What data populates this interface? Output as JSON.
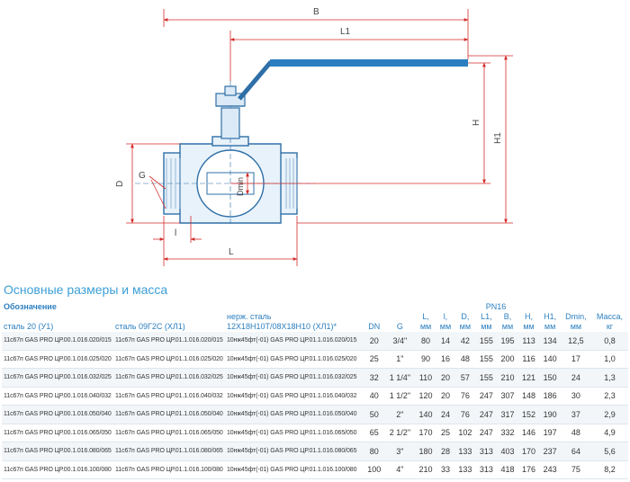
{
  "drawing": {
    "labels": {
      "B": "B",
      "L1": "L1",
      "H": "H",
      "H1": "H1",
      "D": "D",
      "G": "G",
      "Dmin": "Dmin",
      "l": "l",
      "L": "L"
    },
    "colors": {
      "body": "#2f6fa8",
      "body_fill": "#e8f2fa",
      "handle": "#2b7fc0",
      "dimension": "#d42a2a",
      "table_header": "#2b7fc0"
    }
  },
  "section_title": "Основные размеры и масса",
  "table": {
    "header": {
      "designation": "Обозначение",
      "pn": "PN16",
      "col_steel20": "сталь 20 (У1)",
      "col_steel09": "сталь 09Г2С (ХЛ1)",
      "col_stainless_1": "нерж. сталь",
      "col_stainless_2": "12Х18Н10Т/08Х18Н10 (ХЛ1)*",
      "dn": "DN",
      "g": "G",
      "L": "L,",
      "l": "l,",
      "D": "D,",
      "L1": "L1,",
      "B": "B,",
      "H": "H,",
      "H1": "H1,",
      "Dmin": "Dmin,",
      "mass": "Масса,",
      "mm": "мм",
      "kg": "кг"
    },
    "rows": [
      {
        "s20": "11с67п GAS PRO ЦР.00.1.016.020/015",
        "s09": "11с67п GAS PRO ЦР.01.1.016.020/015",
        "ss": "10нж45фт(-01) GAS PRO ЦР.01.1.016.020/015",
        "dn": "20",
        "g": "3/4\"",
        "L": "80",
        "l": "14",
        "D": "42",
        "L1": "155",
        "B": "195",
        "H": "113",
        "H1": "134",
        "Dmin": "12,5",
        "mass": "0,8"
      },
      {
        "s20": "11с67п GAS PRO ЦР.00.1.016.025/020",
        "s09": "11с67п GAS PRO ЦР.01.1.016.025/020",
        "ss": "10нж45фт(-01) GAS PRO ЦР.01.1.016.025/020",
        "dn": "25",
        "g": "1\"",
        "L": "90",
        "l": "16",
        "D": "48",
        "L1": "155",
        "B": "200",
        "H": "116",
        "H1": "140",
        "Dmin": "17",
        "mass": "1,0"
      },
      {
        "s20": "11с67п GAS PRO ЦР.00.1.016.032/025",
        "s09": "11с67п GAS PRO ЦР.01.1.016.032/025",
        "ss": "10нж45фт(-01) GAS PRO ЦР.01.1.016.032/025",
        "dn": "32",
        "g": "1 1/4\"",
        "L": "110",
        "l": "20",
        "D": "57",
        "L1": "155",
        "B": "210",
        "H": "121",
        "H1": "150",
        "Dmin": "24",
        "mass": "1,3"
      },
      {
        "s20": "11с67п GAS PRO ЦР.00.1.016.040/032",
        "s09": "11с67п GAS PRO ЦР.01.1.016.040/032",
        "ss": "10нж45фт(-01) GAS PRO ЦР.01.1.016.040/032",
        "dn": "40",
        "g": "1 1/2\"",
        "L": "120",
        "l": "20",
        "D": "76",
        "L1": "247",
        "B": "307",
        "H": "148",
        "H1": "186",
        "Dmin": "30",
        "mass": "2,3"
      },
      {
        "s20": "11с67п GAS PRO ЦР.00.1.016.050/040",
        "s09": "11с67п GAS PRO ЦР.01.1.016.050/040",
        "ss": "10нж45фт(-01) GAS PRO ЦР.01.1.016.050/040",
        "dn": "50",
        "g": "2\"",
        "L": "140",
        "l": "24",
        "D": "76",
        "L1": "247",
        "B": "317",
        "H": "152",
        "H1": "190",
        "Dmin": "37",
        "mass": "2,9"
      },
      {
        "s20": "11с67п GAS PRO ЦР.00.1.016.065/050",
        "s09": "11с67п GAS PRO ЦР.01.1.016.065/050",
        "ss": "10нж45фт(-01) GAS PRO ЦР.01.1.016.065/050",
        "dn": "65",
        "g": "2 1/2\"",
        "L": "170",
        "l": "25",
        "D": "102",
        "L1": "247",
        "B": "332",
        "H": "146",
        "H1": "197",
        "Dmin": "48",
        "mass": "4,9"
      },
      {
        "s20": "11с67п GAS PRO ЦР.00.1.016.080/065",
        "s09": "11с67п GAS PRO ЦР.01.1.016.080/065",
        "ss": "10нж45фт(-01) GAS PRO ЦР.01.1.016.080/065",
        "dn": "80",
        "g": "3\"",
        "L": "180",
        "l": "28",
        "D": "133",
        "L1": "313",
        "B": "403",
        "H": "170",
        "H1": "237",
        "Dmin": "64",
        "mass": "5,6"
      },
      {
        "s20": "11с67п GAS PRO ЦР.00.1.016.100/080",
        "s09": "11с67п GAS PRO ЦР.01.1.016.100/080",
        "ss": "10нж45фт(-01) GAS PRO ЦР.01.1.016.100/080",
        "dn": "100",
        "g": "4\"",
        "L": "210",
        "l": "33",
        "D": "133",
        "L1": "313",
        "B": "418",
        "H": "176",
        "H1": "243",
        "Dmin": "75",
        "mass": "8,2"
      }
    ]
  }
}
